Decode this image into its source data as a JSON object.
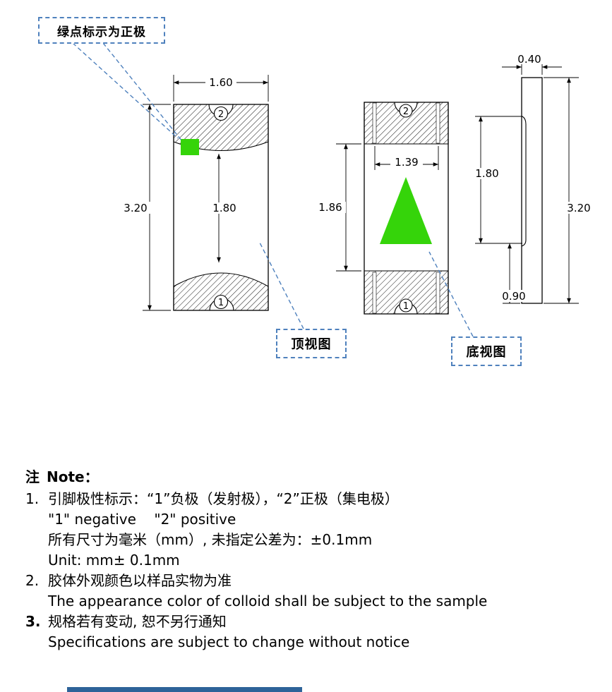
{
  "colors": {
    "green": "#35d40a",
    "callout_blue": "#4f81bd",
    "footer_bar": "#2e6399"
  },
  "callouts": {
    "polarity": "绿点标示为正极",
    "top_view": "顶视图",
    "bottom_view": "底视图"
  },
  "dims": {
    "top_view_width": "1.60",
    "top_view_height": "3.20",
    "top_view_inner_height": "1.80",
    "bottom_view_inner_width": "1.39",
    "bottom_view_body_height": "1.86",
    "side_view_thickness": "0.40",
    "side_view_electrode_height": "1.80",
    "side_view_height": "3.20",
    "side_view_bottom_electrode": "0.90"
  },
  "pins": {
    "pin1": "1",
    "pin2": "2"
  },
  "notes": {
    "label_zh": "注",
    "label_en": "Note：",
    "items": [
      {
        "num": "1.",
        "lines": [
          "引脚极性标示：“1”负极（发射极），“2”正极（集电极）",
          "\"1\" negative    \"2\" positive",
          "所有尺寸为毫米（mm）, 未指定公差为：±0.1mm",
          "Unit: mm± 0.1mm"
        ]
      },
      {
        "num": "2.",
        "lines": [
          "胶体外观颜色以样品实物为准",
          "The appearance color of colloid shall be subject to the sample"
        ]
      },
      {
        "num": "3.",
        "lines": [
          "规格若有变动, 恕不另行通知",
          "Specifications are subject to change without notice"
        ]
      }
    ]
  }
}
